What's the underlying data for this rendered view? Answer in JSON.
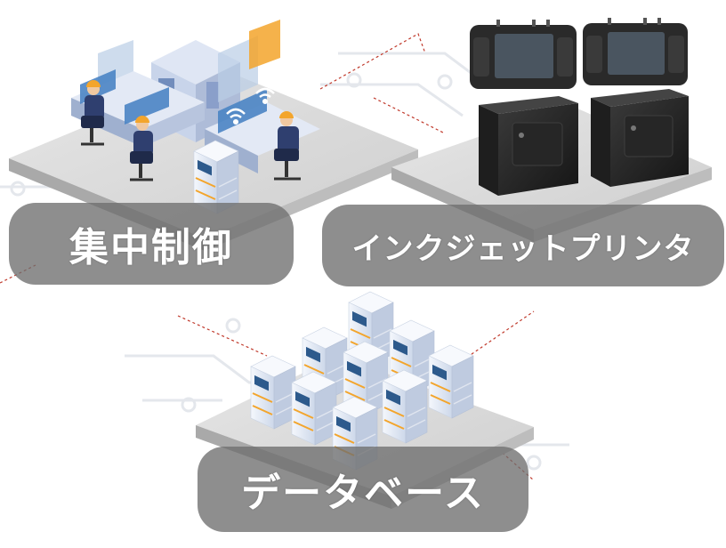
{
  "labels": {
    "central_control": "集中制御",
    "inkjet_printer": "インクジェットプリンタ",
    "database": "データベース"
  },
  "colors": {
    "platform_top": "#d9d9d9",
    "platform_side": "#a9a9a9",
    "pill": "#6e6e6e",
    "server_body": "#e8eef8",
    "server_accent": "#f3a52c",
    "worker_suit": "#2f3f6f",
    "helmet": "#f3a52c",
    "printer_body": "#2b2b2b",
    "circuit_line": "#e6e9ee",
    "dashed_link": "#c0392b"
  },
  "icons": [
    "operator-icon",
    "control-console-icon",
    "wifi-icon",
    "server-rack-icon",
    "handheld-controller-icon",
    "inkjet-printer-icon"
  ]
}
